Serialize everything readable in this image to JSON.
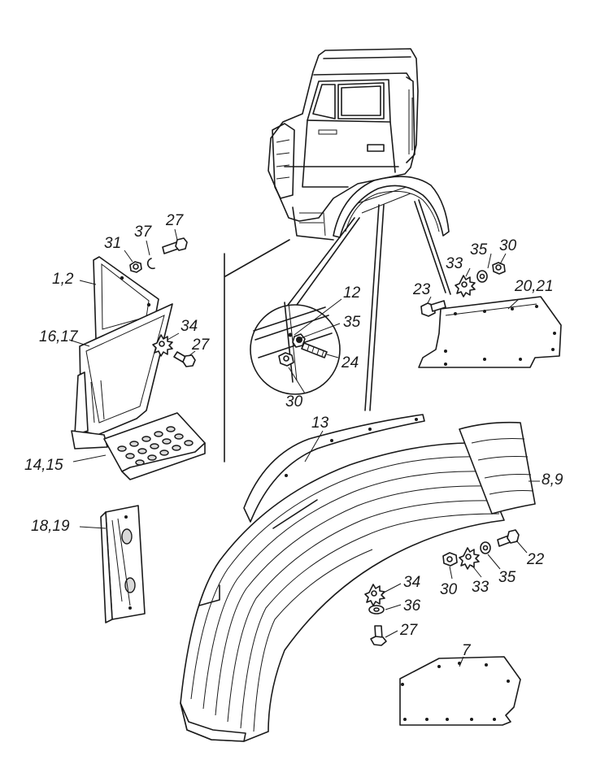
{
  "callouts": {
    "c27a": "27",
    "c37": "37",
    "c31": "31",
    "c1_2": "1,2",
    "c16_17": "16,17",
    "c34a": "34",
    "c27b": "27",
    "c14_15": "14,15",
    "c18_19": "18,19",
    "c12": "12",
    "c35a": "35",
    "c24": "24",
    "c30a": "30",
    "c35b": "35",
    "c30b": "30",
    "c33a": "33",
    "c23": "23",
    "c20_21": "20,21",
    "c13": "13",
    "c8_9": "8,9",
    "c22": "22",
    "c30c": "30",
    "c33b": "33",
    "c35c": "35",
    "c34b": "34",
    "c36": "36",
    "c27c": "27",
    "c7": "7"
  }
}
